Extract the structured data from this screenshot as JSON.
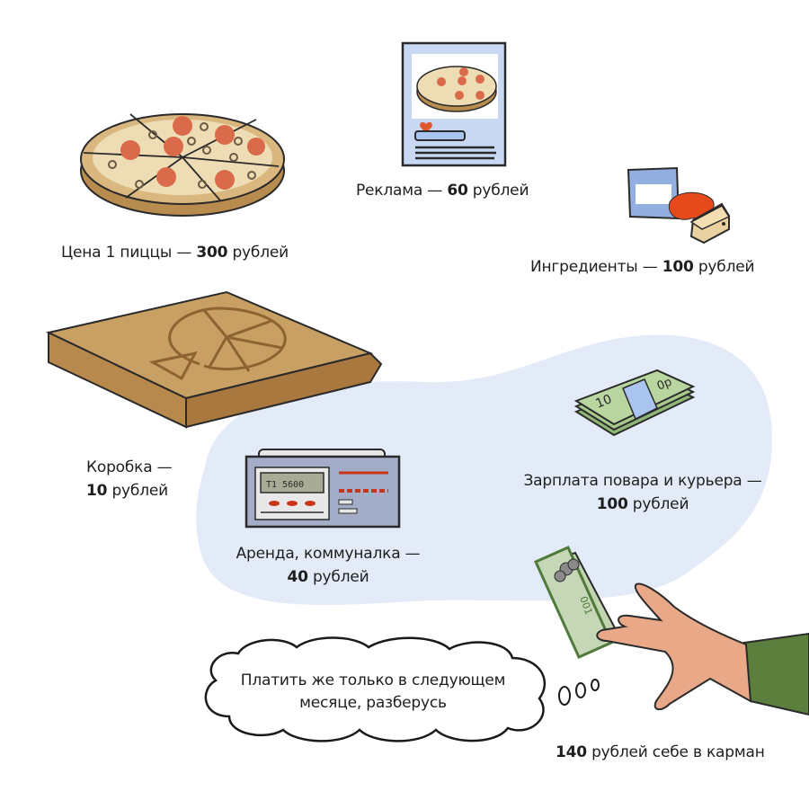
{
  "colors": {
    "blob": "#e3ebf8",
    "pizza_crust": "#d9b77e",
    "pizza_cheese": "#eeddb4",
    "pepperoni": "#d96a4a",
    "box": "#c9a063",
    "card_bg": "#c8d8f3",
    "money": "#a7c98c",
    "band": "#a9c4ef",
    "skin": "#e9a887",
    "sleeve": "#5c7f3d",
    "text": "#1e1e1e"
  },
  "items": {
    "pizza_price": {
      "label": "Цена 1 пиццы — ",
      "value": "300",
      "unit": " рублей"
    },
    "advertising": {
      "label": "Реклама — ",
      "value": "60",
      "unit": " рублей"
    },
    "ingredients": {
      "label": "Ингредиенты — ",
      "value": "100",
      "unit": " рублей"
    },
    "box": {
      "label": "Коробка —",
      "value": "10",
      "unit": " рублей"
    },
    "rent": {
      "label": "Аренда, коммуналка —",
      "value": "40",
      "unit": " рублей"
    },
    "salary": {
      "label": "Зарплата повара и курьера  —",
      "value": "100",
      "unit": " рублей"
    },
    "profit": {
      "value": "140",
      "unit": " рублей себе в карман"
    }
  },
  "meter": {
    "display": "T1 5600"
  },
  "cash": {
    "stack_note": "10",
    "stack_note2": "0р",
    "bill_text": "001"
  },
  "thought": {
    "line1": "Платить же только в следующем",
    "line2": "месяце, разберусь",
    "bubbles": "ooo"
  }
}
